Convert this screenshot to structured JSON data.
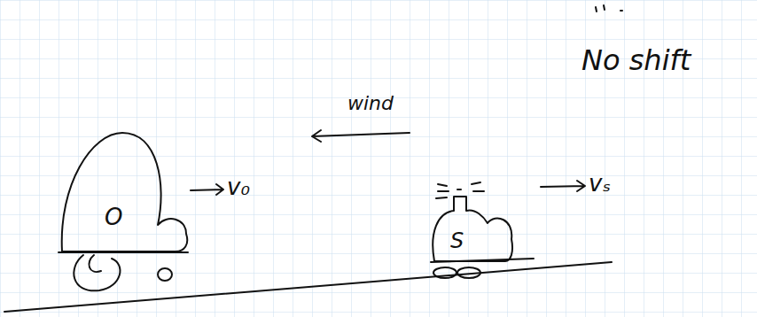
{
  "diagram": {
    "nodes": [
      {
        "text": [
          "O"
        ]
      },
      {
        "text": [
          "S"
        ]
      }
    ],
    "labels": [
      "No shift",
      "wind",
      "v₀",
      "vₛ"
    ]
  }
}
